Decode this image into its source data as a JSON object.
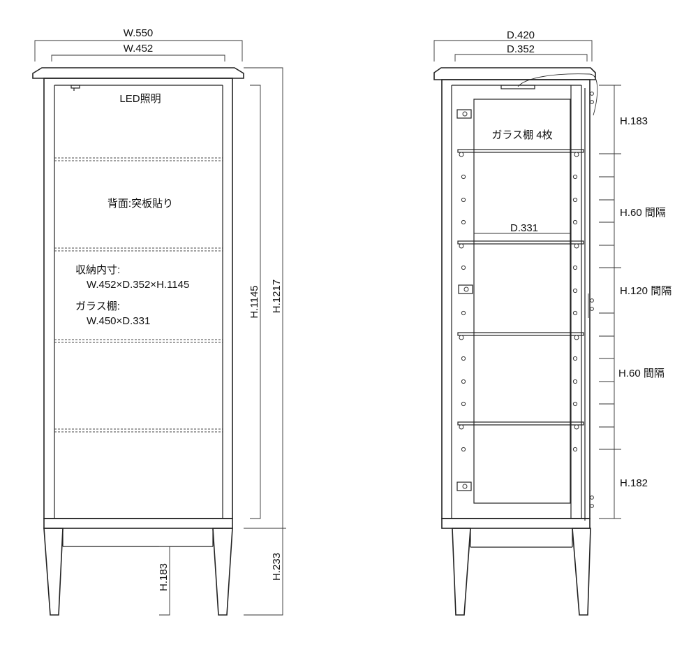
{
  "front_view": {
    "width_outer": "W.550",
    "width_inner": "W.452",
    "led_label": "LED照明",
    "back_label": "背面:突板貼り",
    "storage_title": "収納内寸:",
    "storage_dims": "W.452×D.352×H.1145",
    "shelf_title": "ガラス棚:",
    "shelf_dims": "W.450×D.331",
    "height_inner": "H.1145",
    "height_total": "H.1217",
    "height_leg": "H.183",
    "height_base": "H.233"
  },
  "side_view": {
    "depth_outer": "D.420",
    "depth_inner": "D.352",
    "shelf_count_label": "ガラス棚 4枚",
    "shelf_depth": "D.331",
    "h_top": "H.183",
    "h_60a": "H.60 間隔",
    "h_120": "H.120 間隔",
    "h_60b": "H.60 間隔",
    "h_bottom": "H.182"
  }
}
